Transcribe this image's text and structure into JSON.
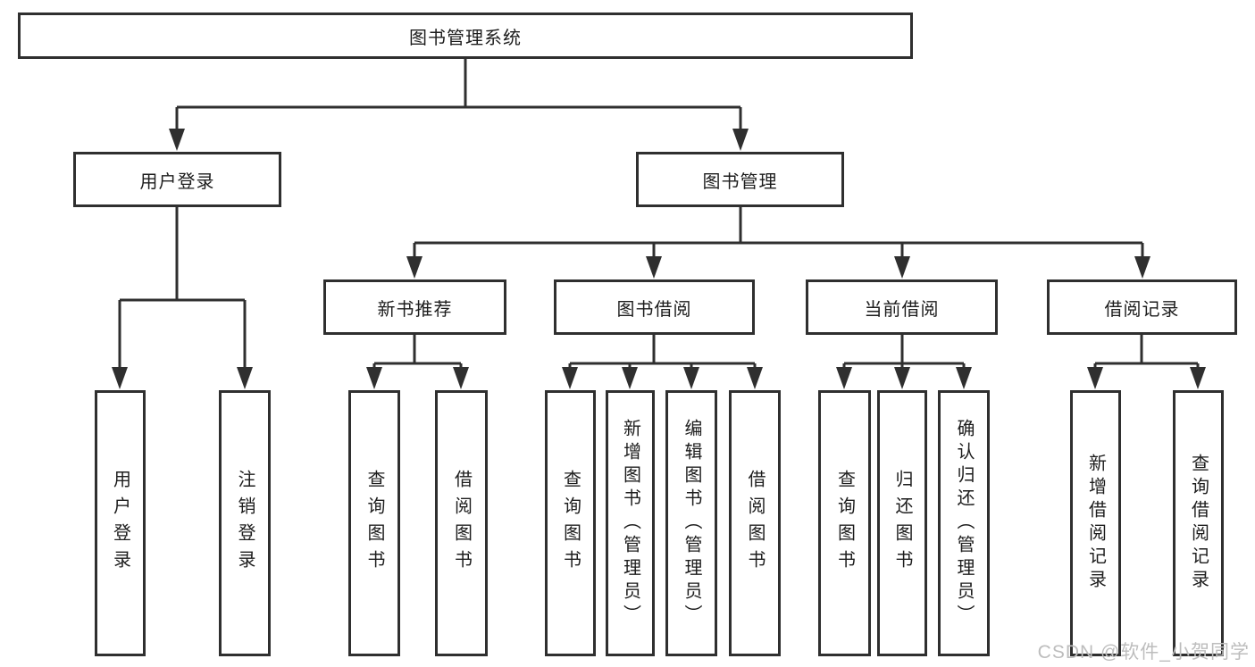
{
  "tree": {
    "label": "图书管理系统",
    "children": [
      {
        "label": "用户登录",
        "children": [
          {
            "label": "用户登录"
          },
          {
            "label": "注销登录"
          }
        ]
      },
      {
        "label": "图书管理",
        "children": [
          {
            "label": "新书推荐",
            "children": [
              {
                "label": "查询图书"
              },
              {
                "label": "借阅图书"
              }
            ]
          },
          {
            "label": "图书借阅",
            "children": [
              {
                "label": "查询图书"
              },
              {
                "label": "新增图书（管理员）"
              },
              {
                "label": "编辑图书（管理员）"
              },
              {
                "label": "借阅图书"
              }
            ]
          },
          {
            "label": "当前借阅",
            "children": [
              {
                "label": "查询图书"
              },
              {
                "label": "归还图书"
              },
              {
                "label": "确认归还（管理员）"
              }
            ]
          },
          {
            "label": "借阅记录",
            "children": [
              {
                "label": "新增借阅记录"
              },
              {
                "label": "查询借阅记录"
              }
            ]
          }
        ]
      }
    ]
  },
  "watermark": {
    "text": "CSDN @软件_小贺同学"
  },
  "colors": {
    "line": "#2f2f2f",
    "text": "#1d1d1d",
    "watermark": "#bdbdbd",
    "background": "#ffffff"
  }
}
